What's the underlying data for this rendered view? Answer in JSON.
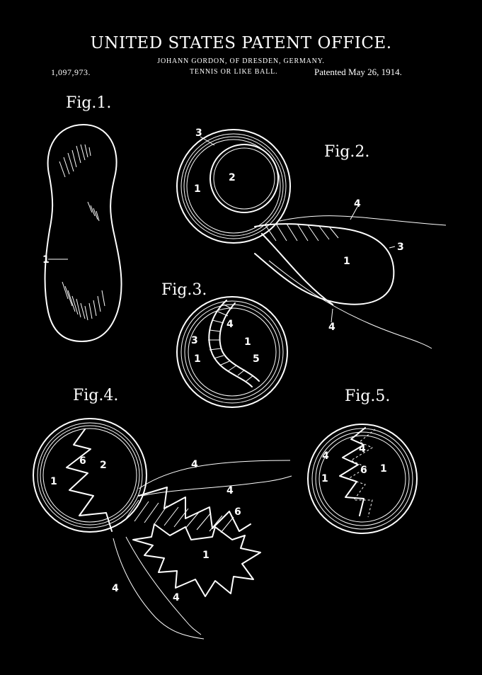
{
  "header": {
    "office": "UNITED STATES PATENT OFFICE.",
    "inventor": "JOHANN GORDON, OF DRESDEN, GERMANY.",
    "patent_number": "1,097,973.",
    "invention_title": "TENNIS OR LIKE BALL.",
    "patented_date": "Patented May 26, 1914."
  },
  "figures": {
    "fig1": {
      "label": "Fig.1.",
      "refs": [
        "1"
      ]
    },
    "fig2": {
      "label": "Fig.2.",
      "refs": [
        "3",
        "2",
        "1",
        "4",
        "3",
        "1",
        "4"
      ]
    },
    "fig3": {
      "label": "Fig.3.",
      "refs": [
        "4",
        "3",
        "1",
        "1",
        "5"
      ]
    },
    "fig4": {
      "label": "Fig.4.",
      "refs": [
        "6",
        "2",
        "1",
        "4",
        "4",
        "6",
        "1",
        "4",
        "4"
      ]
    },
    "fig5": {
      "label": "Fig.5.",
      "refs": [
        "4",
        "4",
        "6",
        "1",
        "1"
      ]
    }
  },
  "colors": {
    "background": "#000000",
    "ink": "#ffffff"
  }
}
